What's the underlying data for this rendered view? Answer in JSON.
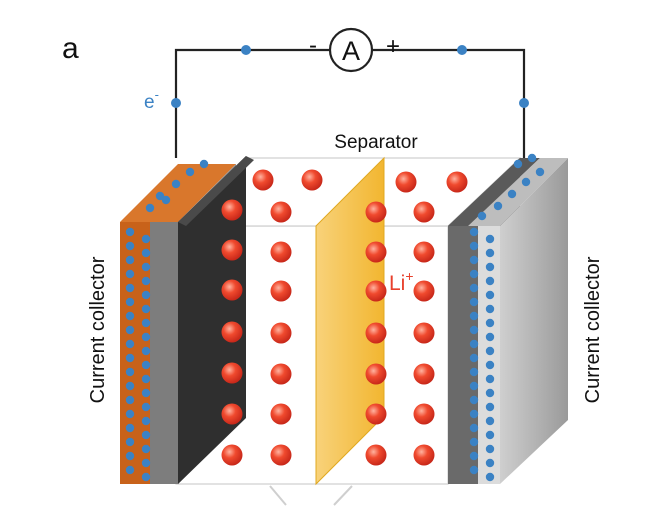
{
  "panel_label": "a",
  "labels": {
    "separator": "Separator",
    "ion_symbol": "Li",
    "ion_charge": "+",
    "electron_symbol": "e",
    "electron_charge": "-",
    "left_collector": "Current collector",
    "right_collector": "Current collector"
  },
  "ammeter": {
    "symbol": "A",
    "negative": "-",
    "positive": "+"
  },
  "colors": {
    "lithium_ion": "#e8402c",
    "electron": "#3b82c4",
    "separator": "#f5c342",
    "anode_collector": "#c8621a",
    "electrode_dark": "#3a3a3a",
    "cathode_collector": "#a8a8a8",
    "wire": "#222222"
  },
  "icons": {
    "lithium_ion": "red-sphere-icon",
    "electron": "blue-dot-icon",
    "ammeter": "ammeter-icon"
  }
}
